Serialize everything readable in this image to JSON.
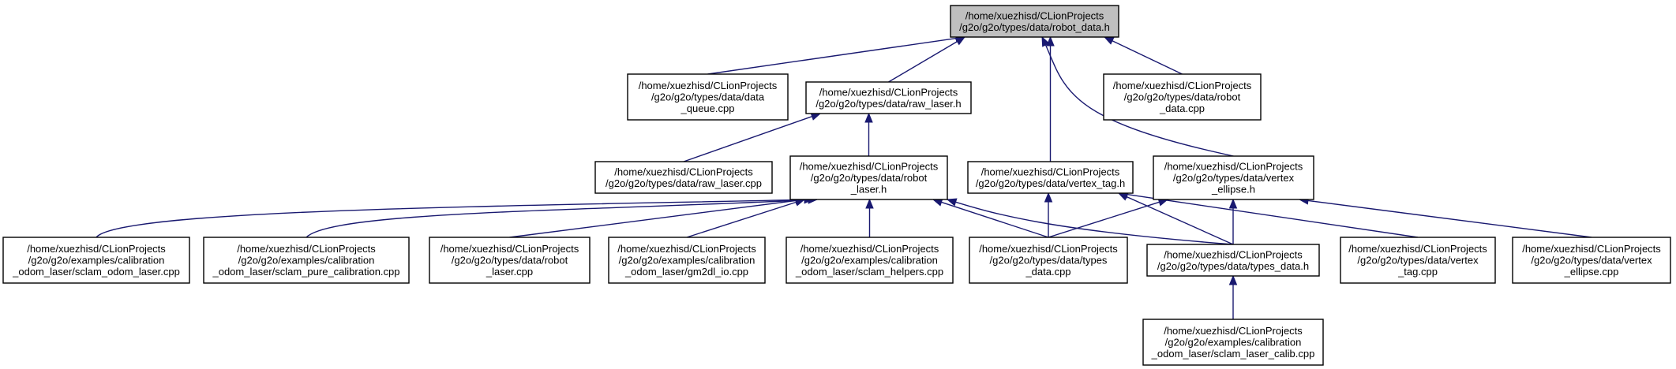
{
  "colors": {
    "edge": "#191970",
    "root_fill": "#bfbfbf",
    "node_fill": "#ffffff",
    "border": "#000000"
  },
  "nodes": [
    {
      "id": "robot_data_h",
      "lines": [
        "/home/xuezhisd/CLionProjects",
        "/g2o/g2o/types/data/robot_data.h"
      ]
    },
    {
      "id": "data_queue_cpp",
      "lines": [
        "/home/xuezhisd/CLionProjects",
        "/g2o/g2o/types/data/data",
        "_queue.cpp"
      ]
    },
    {
      "id": "raw_laser_h",
      "lines": [
        "/home/xuezhisd/CLionProjects",
        "/g2o/g2o/types/data/raw_laser.h"
      ]
    },
    {
      "id": "robot_data_cpp",
      "lines": [
        "/home/xuezhisd/CLionProjects",
        "/g2o/g2o/types/data/robot",
        "_data.cpp"
      ]
    },
    {
      "id": "raw_laser_cpp",
      "lines": [
        "/home/xuezhisd/CLionProjects",
        "/g2o/g2o/types/data/raw_laser.cpp"
      ]
    },
    {
      "id": "robot_laser_h",
      "lines": [
        "/home/xuezhisd/CLionProjects",
        "/g2o/g2o/types/data/robot",
        "_laser.h"
      ]
    },
    {
      "id": "vertex_tag_h",
      "lines": [
        "/home/xuezhisd/CLionProjects",
        "/g2o/g2o/types/data/vertex_tag.h"
      ]
    },
    {
      "id": "vertex_ellipse_h",
      "lines": [
        "/home/xuezhisd/CLionProjects",
        "/g2o/g2o/types/data/vertex",
        "_ellipse.h"
      ]
    },
    {
      "id": "sclam_odom_laser_cpp",
      "lines": [
        "/home/xuezhisd/CLionProjects",
        "/g2o/g2o/examples/calibration",
        "_odom_laser/sclam_odom_laser.cpp"
      ]
    },
    {
      "id": "sclam_pure_calibration_cpp",
      "lines": [
        "/home/xuezhisd/CLionProjects",
        "/g2o/g2o/examples/calibration",
        "_odom_laser/sclam_pure_calibration.cpp"
      ]
    },
    {
      "id": "robot_laser_cpp",
      "lines": [
        "/home/xuezhisd/CLionProjects",
        "/g2o/g2o/types/data/robot",
        "_laser.cpp"
      ]
    },
    {
      "id": "gm2dl_io_cpp",
      "lines": [
        "/home/xuezhisd/CLionProjects",
        "/g2o/g2o/examples/calibration",
        "_odom_laser/gm2dl_io.cpp"
      ]
    },
    {
      "id": "sclam_helpers_cpp",
      "lines": [
        "/home/xuezhisd/CLionProjects",
        "/g2o/g2o/examples/calibration",
        "_odom_laser/sclam_helpers.cpp"
      ]
    },
    {
      "id": "types_data_cpp",
      "lines": [
        "/home/xuezhisd/CLionProjects",
        "/g2o/g2o/types/data/types",
        "_data.cpp"
      ]
    },
    {
      "id": "types_data_h",
      "lines": [
        "/home/xuezhisd/CLionProjects",
        "/g2o/g2o/types/data/types_data.h"
      ]
    },
    {
      "id": "vertex_tag_cpp",
      "lines": [
        "/home/xuezhisd/CLionProjects",
        "/g2o/g2o/types/data/vertex",
        "_tag.cpp"
      ]
    },
    {
      "id": "vertex_ellipse_cpp",
      "lines": [
        "/home/xuezhisd/CLionProjects",
        "/g2o/g2o/types/data/vertex",
        "_ellipse.cpp"
      ]
    },
    {
      "id": "sclam_laser_calib_cpp",
      "lines": [
        "/home/xuezhisd/CLionProjects",
        "/g2o/g2o/examples/calibration",
        "_odom_laser/sclam_laser_calib.cpp"
      ]
    }
  ],
  "edges": [
    {
      "from": "data_queue_cpp",
      "to": "robot_data_h"
    },
    {
      "from": "raw_laser_h",
      "to": "robot_data_h"
    },
    {
      "from": "robot_data_cpp",
      "to": "robot_data_h"
    },
    {
      "from": "vertex_tag_h",
      "to": "robot_data_h"
    },
    {
      "from": "vertex_ellipse_h",
      "to": "robot_data_h"
    },
    {
      "from": "raw_laser_cpp",
      "to": "raw_laser_h"
    },
    {
      "from": "robot_laser_h",
      "to": "raw_laser_h"
    },
    {
      "from": "sclam_odom_laser_cpp",
      "to": "robot_laser_h"
    },
    {
      "from": "sclam_pure_calibration_cpp",
      "to": "robot_laser_h"
    },
    {
      "from": "robot_laser_cpp",
      "to": "robot_laser_h"
    },
    {
      "from": "gm2dl_io_cpp",
      "to": "robot_laser_h"
    },
    {
      "from": "sclam_helpers_cpp",
      "to": "robot_laser_h"
    },
    {
      "from": "types_data_cpp",
      "to": "robot_laser_h"
    },
    {
      "from": "types_data_h",
      "to": "robot_laser_h"
    },
    {
      "from": "types_data_cpp",
      "to": "vertex_tag_h"
    },
    {
      "from": "types_data_h",
      "to": "vertex_tag_h"
    },
    {
      "from": "vertex_tag_cpp",
      "to": "vertex_tag_h"
    },
    {
      "from": "types_data_cpp",
      "to": "vertex_ellipse_h"
    },
    {
      "from": "types_data_h",
      "to": "vertex_ellipse_h"
    },
    {
      "from": "vertex_ellipse_cpp",
      "to": "vertex_ellipse_h"
    },
    {
      "from": "sclam_laser_calib_cpp",
      "to": "types_data_h"
    }
  ]
}
